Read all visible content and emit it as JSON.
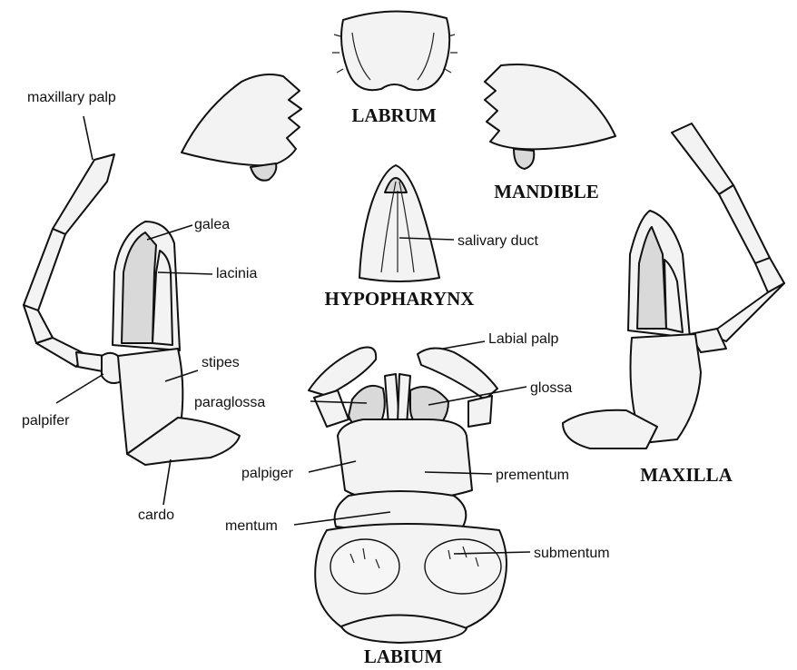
{
  "titles": {
    "labrum": "LABRUM",
    "mandible": "MANDIBLE",
    "hypopharynx": "HYPOPHARYNX",
    "maxilla": "MAXILLA",
    "labium": "LABIUM"
  },
  "labels": {
    "maxillary_palp": "maxillary palp",
    "galea": "galea",
    "lacinia": "lacinia",
    "stipes": "stipes",
    "palpifer": "palpifer",
    "cardo": "cardo",
    "salivary_duct": "salivary duct",
    "labial_palp": "Labial palp",
    "glossa": "glossa",
    "paraglossa": "paraglossa",
    "palpiger": "palpiger",
    "prementum": "prementum",
    "mentum": "mentum",
    "submentum": "submentum"
  }
}
